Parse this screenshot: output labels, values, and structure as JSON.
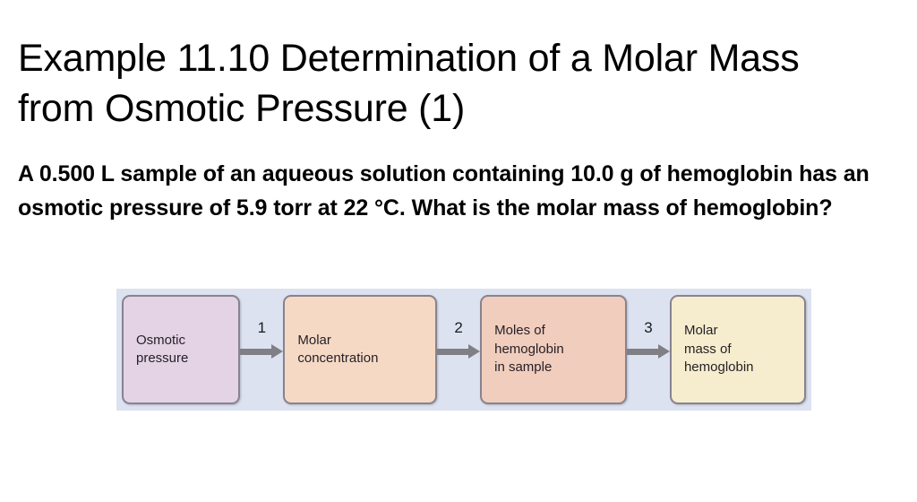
{
  "slide": {
    "title": "Example 11.10 Determination of a Molar Mass from Osmotic Pressure (1)",
    "body": "A 0.500 L sample of an aqueous solution containing 10.0 g of hemoglobin has an osmotic pressure of 5.9 torr at 22 °C. What is the molar mass of hemoglobin?"
  },
  "diagram": {
    "type": "flowchart",
    "panel_background": "#dde2f1",
    "border_color": "#878390",
    "arrow_color": "#807f85",
    "boxes": [
      {
        "label": "Osmotic\npressure",
        "fill": "#e3d3e5"
      },
      {
        "label": "Molar\nconcentration",
        "fill": "#f6d9c5"
      },
      {
        "label": "Moles of\nhemoglobin\nin sample",
        "fill": "#f1cdbd"
      },
      {
        "label": "Molar\nmass of\nhemoglobin",
        "fill": "#f6edce"
      }
    ],
    "arrows": [
      {
        "number": "1"
      },
      {
        "number": "2"
      },
      {
        "number": "3"
      }
    ]
  }
}
